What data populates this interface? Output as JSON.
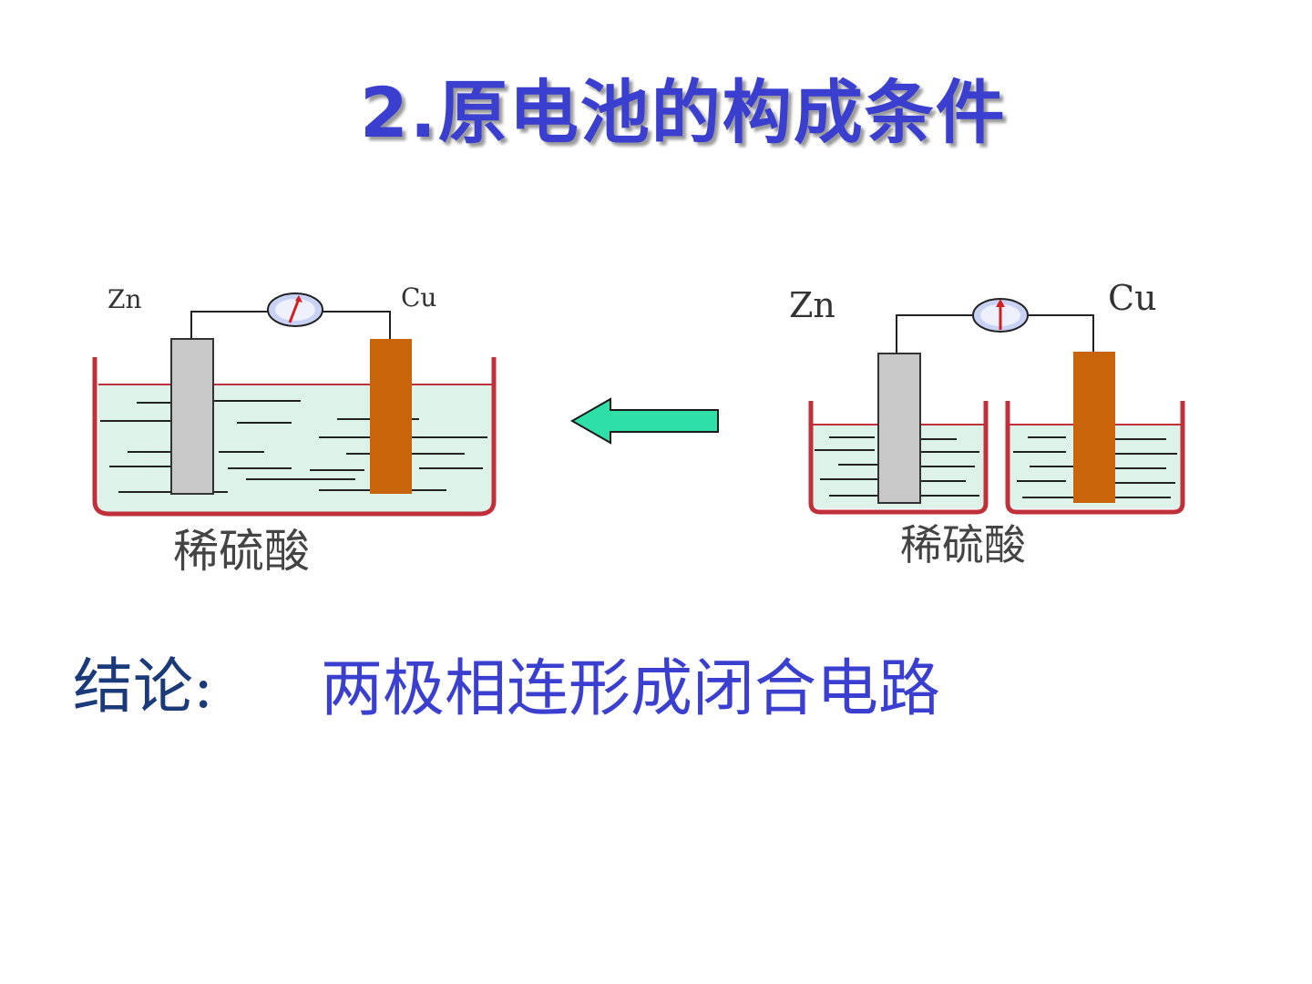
{
  "slide": {
    "title": "2.原电池的构成条件",
    "conclusion_label": "结论:",
    "conclusion_text": "两极相连形成闭合电路"
  },
  "diagram_left": {
    "electrode_left_label": "Zn",
    "electrode_right_label": "Cu",
    "solution_label": "稀硫酸"
  },
  "diagram_right": {
    "electrode_left_label": "Zn",
    "electrode_right_label": "Cu",
    "solution_label": "稀硫酸"
  },
  "colors": {
    "title": "#3b3fd0",
    "beaker": "#c0303a",
    "zinc": "#c8c8c8",
    "copper": "#c8640a",
    "solution": "#ddf3ea",
    "arrow": "#2ee0a8"
  },
  "icons": {
    "meter": "galvanometer-icon",
    "arrow": "left-arrow-icon"
  }
}
